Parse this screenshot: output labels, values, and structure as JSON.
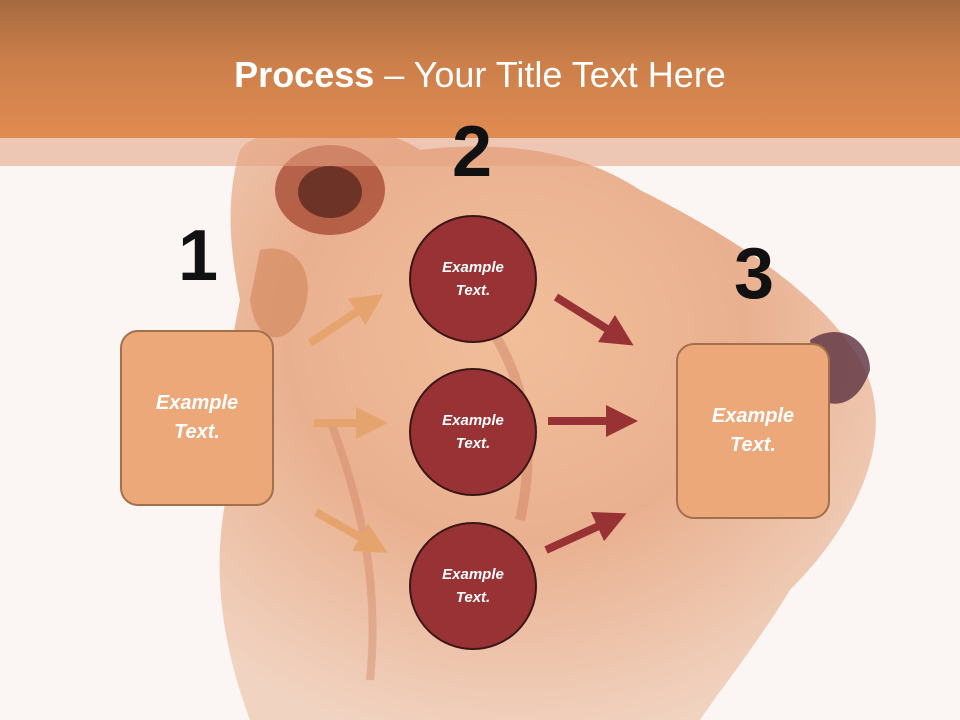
{
  "title": {
    "bold": "Process",
    "rest": " – Your Title Text Here"
  },
  "steps": {
    "one": {
      "number": "1",
      "box_text": "Example Text."
    },
    "two": {
      "number": "2",
      "circles": [
        "Example Text.",
        "Example Text.",
        "Example Text."
      ]
    },
    "three": {
      "number": "3",
      "box_text": "Example Text."
    }
  },
  "colors": {
    "header": "#e08b51",
    "box_fill": "#eda879",
    "circle_fill": "#993234",
    "arrow_light": "#e5a46e",
    "arrow_dark": "#993234"
  }
}
